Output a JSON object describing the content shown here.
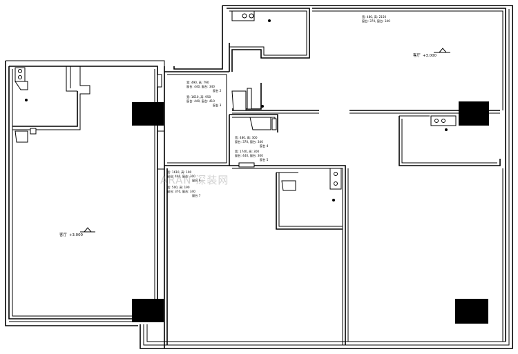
{
  "watermark": "ARAN 深装网",
  "level_marks": [
    {
      "id": "left",
      "label": "客厅",
      "value": "+3.000"
    },
    {
      "id": "right",
      "label": "客厅",
      "value": "+3.000"
    }
  ],
  "window_specs": [
    {
      "id": "w1",
      "lines": [
        "宽: 480, 高: 2150",
        "窗台: 370, 窗台: 340",
        ""
      ]
    },
    {
      "id": "w2",
      "lines": [
        "宽: 490, 高: 790",
        "窗台: 440, 窗台: 340",
        "窗台 2"
      ]
    },
    {
      "id": "w3",
      "lines": [
        "宽: 1610, 高: 950",
        "窗台: 440, 窗台: 410",
        "窗台 3"
      ]
    },
    {
      "id": "w4",
      "lines": [
        "宽: 480, 高: 300",
        "窗台: 370, 窗台: 340",
        "窗台 4"
      ]
    },
    {
      "id": "w5",
      "lines": [
        "宽: 1740, 高: 300",
        "窗台: 440, 窗台: 300",
        "窗台 5"
      ]
    },
    {
      "id": "w6",
      "lines": [
        "宽: 1610, 高: 190",
        "窗台: 440, 窗台: 300",
        "窗台 6"
      ]
    },
    {
      "id": "w7",
      "lines": [
        "宽: 500, 高: 190",
        "窗台: 370, 窗台: 340",
        "窗台 7"
      ]
    }
  ]
}
